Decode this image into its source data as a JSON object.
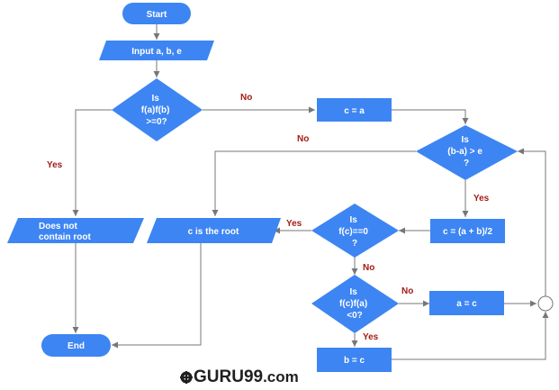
{
  "colors": {
    "node_fill": "#3d85f2",
    "edge": "#777777",
    "label": "#a31b14",
    "junction_fill": "#ffffff"
  },
  "nodes": {
    "start": "Start",
    "input": "Input a, b, e",
    "check_sign": [
      "Is",
      "f(a)f(b)",
      ">=0?"
    ],
    "assign_c_a": "c = a",
    "check_interval": [
      "Is",
      "(b-a) > e",
      "?"
    ],
    "midpoint": "c = (a + b)/2",
    "check_root": [
      "Is",
      "f(c)==0",
      "?"
    ],
    "is_root": "c is the root",
    "check_product": [
      "Is",
      "f(c)f(a)",
      "<0?"
    ],
    "assign_a_c": "a = c",
    "assign_b_c": "b = c",
    "no_root": [
      "Does not",
      "contain root"
    ],
    "end": "End"
  },
  "edge_labels": {
    "sign_no": "No",
    "sign_yes": "Yes",
    "interval_no": "No",
    "interval_yes": "Yes",
    "root_yes": "Yes",
    "root_no": "No",
    "product_no": "No",
    "product_yes": "Yes"
  },
  "brand": {
    "name": "GURU99",
    "suffix": ".com"
  }
}
